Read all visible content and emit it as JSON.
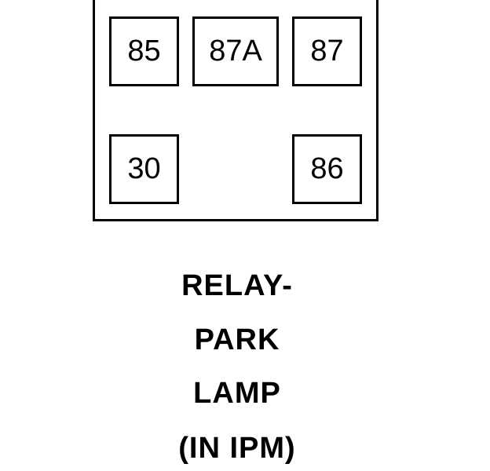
{
  "relay": {
    "terminals": {
      "t85": "85",
      "t87a": "87A",
      "t87": "87",
      "t30": "30",
      "t86": "86"
    }
  },
  "caption": {
    "line1": "RELAY-",
    "line2": "PARK",
    "line3": "LAMP",
    "line4": "(IN IPM)"
  }
}
